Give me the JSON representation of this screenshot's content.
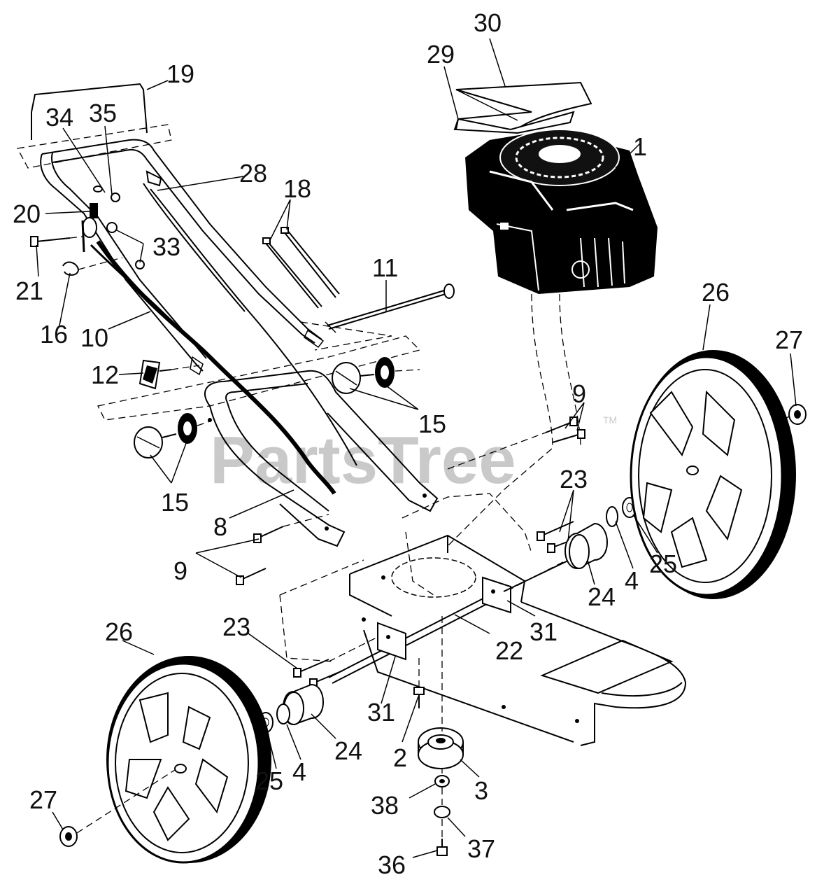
{
  "watermark": {
    "text": "PartsTree",
    "mark": "TM"
  },
  "parts": [
    {
      "id": "p1",
      "label": "1"
    },
    {
      "id": "p2",
      "label": "2"
    },
    {
      "id": "p3",
      "label": "3"
    },
    {
      "id": "p4a",
      "label": "4"
    },
    {
      "id": "p4b",
      "label": "4"
    },
    {
      "id": "p8",
      "label": "8"
    },
    {
      "id": "p9a",
      "label": "9"
    },
    {
      "id": "p9b",
      "label": "9"
    },
    {
      "id": "p10",
      "label": "10"
    },
    {
      "id": "p11",
      "label": "11"
    },
    {
      "id": "p12",
      "label": "12"
    },
    {
      "id": "p15a",
      "label": "15"
    },
    {
      "id": "p15b",
      "label": "15"
    },
    {
      "id": "p16",
      "label": "16"
    },
    {
      "id": "p18",
      "label": "18"
    },
    {
      "id": "p19",
      "label": "19"
    },
    {
      "id": "p20",
      "label": "20"
    },
    {
      "id": "p21",
      "label": "21"
    },
    {
      "id": "p22",
      "label": "22"
    },
    {
      "id": "p23a",
      "label": "23"
    },
    {
      "id": "p23b",
      "label": "23"
    },
    {
      "id": "p24a",
      "label": "24"
    },
    {
      "id": "p24b",
      "label": "24"
    },
    {
      "id": "p25a",
      "label": "25"
    },
    {
      "id": "p25b",
      "label": "25"
    },
    {
      "id": "p26a",
      "label": "26"
    },
    {
      "id": "p26b",
      "label": "26"
    },
    {
      "id": "p27a",
      "label": "27"
    },
    {
      "id": "p27b",
      "label": "27"
    },
    {
      "id": "p28",
      "label": "28"
    },
    {
      "id": "p29",
      "label": "29"
    },
    {
      "id": "p30",
      "label": "30"
    },
    {
      "id": "p31a",
      "label": "31"
    },
    {
      "id": "p31b",
      "label": "31"
    },
    {
      "id": "p33",
      "label": "33"
    },
    {
      "id": "p34",
      "label": "34"
    },
    {
      "id": "p35",
      "label": "35"
    },
    {
      "id": "p36",
      "label": "36"
    },
    {
      "id": "p37",
      "label": "37"
    },
    {
      "id": "p38",
      "label": "38"
    }
  ]
}
